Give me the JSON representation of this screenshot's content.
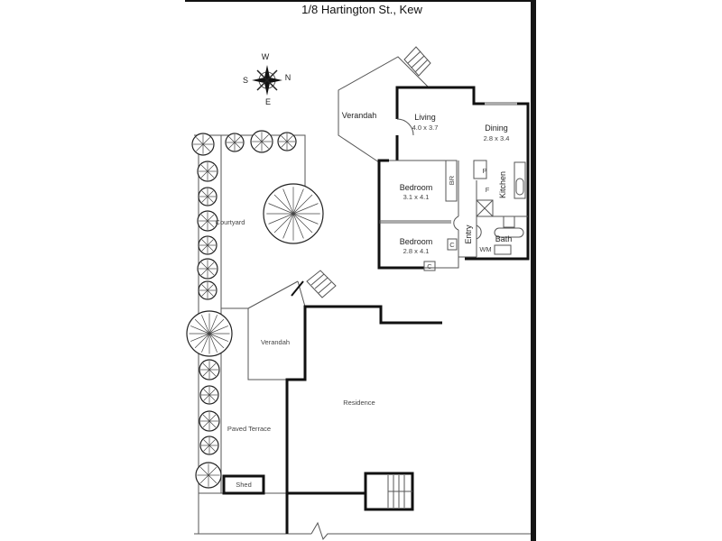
{
  "title": "1/8 Hartington St., Kew",
  "compass": {
    "north": "N",
    "south": "S",
    "east": "E",
    "west": "W"
  },
  "rooms": {
    "verandah_upper": "Verandah",
    "living": "Living",
    "living_size": "4.0 x 3.7",
    "dining": "Dining",
    "dining_size": "2.8 x 3.4",
    "bedroom1": "Bedroom",
    "bedroom1_size": "3.1 x 4.1",
    "bedroom2": "Bedroom",
    "bedroom2_size": "2.8 x 4.1",
    "built_in_robe": "BR",
    "pantry": "P",
    "fridge": "F",
    "kitchen": "Kitchen",
    "entry": "Entry",
    "bath": "Bath",
    "washing_machine": "WM",
    "cupboard1": "C",
    "cupboard2": "C"
  },
  "grounds": {
    "courtyard": "Courtyard",
    "verandah_lower": "Verandah",
    "paved_terrace": "Paved Terrace",
    "residence": "Residence",
    "shed": "Shed"
  },
  "colors": {
    "wall": "#111111",
    "line": "#555555",
    "edge_bar": "#151515"
  }
}
